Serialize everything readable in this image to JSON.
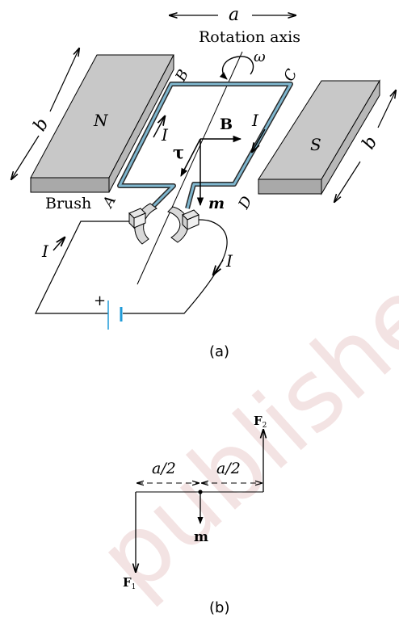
{
  "figure_a": {
    "caption": "(a)",
    "dimension_a": "a",
    "dimension_b_left": "b",
    "dimension_b_right": "b",
    "rotation_axis_label": "Rotation axis",
    "omega": "ω",
    "corner_A": "A",
    "corner_B": "B",
    "corner_C": "C",
    "corner_D": "D",
    "magnet_north": "N",
    "magnet_south": "S",
    "brush_label": "Brush",
    "field_label": "B",
    "torque_label": "τ",
    "moment_label": "m",
    "current_label": "I",
    "battery_plus": "+"
  },
  "figure_b": {
    "caption": "(b)",
    "half_a_left": "a/2",
    "half_a_right": "a/2",
    "moment_label": "m",
    "force_1": "F",
    "force_1_sub": "1",
    "force_2": "F",
    "force_2_sub": "2"
  },
  "watermark": "published",
  "colors": {
    "magnet_top": "#c8c8c8",
    "magnet_front": "#a9a9a9",
    "loop_wire": "#7fb7cf",
    "battery_plate": "#1f9bd8",
    "watermark": "#f3e3e3"
  }
}
